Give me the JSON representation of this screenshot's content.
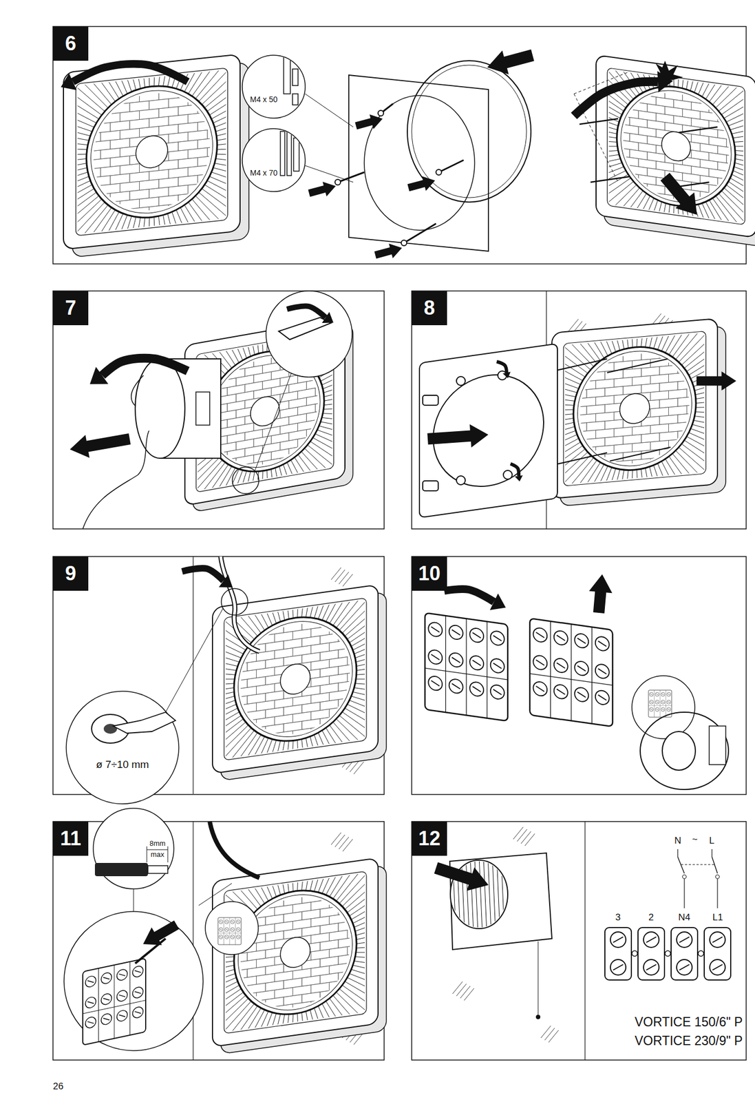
{
  "diagram": {
    "nodes": [
      {
        "text": [
          "6"
        ]
      },
      {
        "text": [
          "7"
        ]
      },
      {
        "text": [
          "8"
        ]
      },
      {
        "text": [
          "9"
        ]
      },
      {
        "text": [
          "10"
        ]
      },
      {
        "text": [
          "11"
        ]
      },
      {
        "text": [
          "12"
        ]
      }
    ],
    "labels": [
      "M4 x 50",
      "M4 x 70",
      "ø 7÷10 mm",
      "8mm",
      "max",
      "N",
      "~",
      "L",
      "3",
      "2",
      "N4",
      "L1",
      "VORTICE 150/6\" P",
      "VORTICE 230/9\" P",
      "26"
    ]
  }
}
